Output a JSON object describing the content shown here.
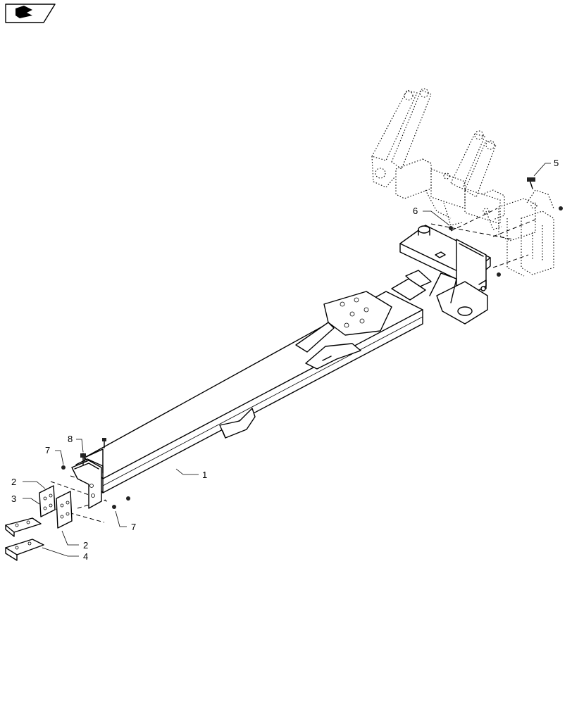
{
  "icon": {
    "name": "book-arrow-icon"
  },
  "parts": {
    "p1": "1",
    "p2a": "2",
    "p2b": "2",
    "p3": "3",
    "p4": "4",
    "p5": "5",
    "p6": "6",
    "p7a": "7",
    "p7b": "7",
    "p8": "8"
  }
}
